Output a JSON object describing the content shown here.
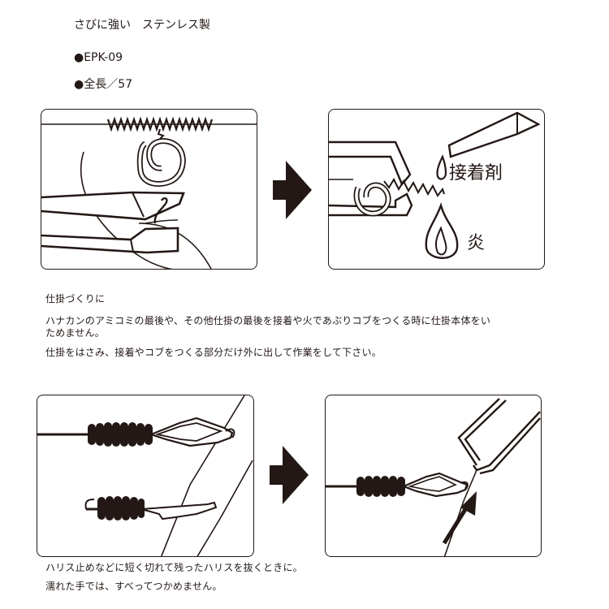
{
  "header": {
    "tagline": "さびに強い　ステンレス製",
    "model": "●EPK-09",
    "length": "●全長／57"
  },
  "figure1": {
    "label_adhesive": "接着剤",
    "label_flame": "炎"
  },
  "section1": {
    "title": "仕掛づくりに",
    "line1": "ハナカンのアミコミの最後や、その他仕掛の最後を接着や火であぶりコブをつくる時に仕掛本体をい",
    "line2": "ためません。",
    "line3": "仕掛をはさみ、接着やコブをつくる部分だけ外に出して作業をして下さい。"
  },
  "section2": {
    "line1": "ハリス止めなどに短く切れて残ったハリスを抜くときに。",
    "line2": "濡れた手では、すべってつかめません。"
  }
}
